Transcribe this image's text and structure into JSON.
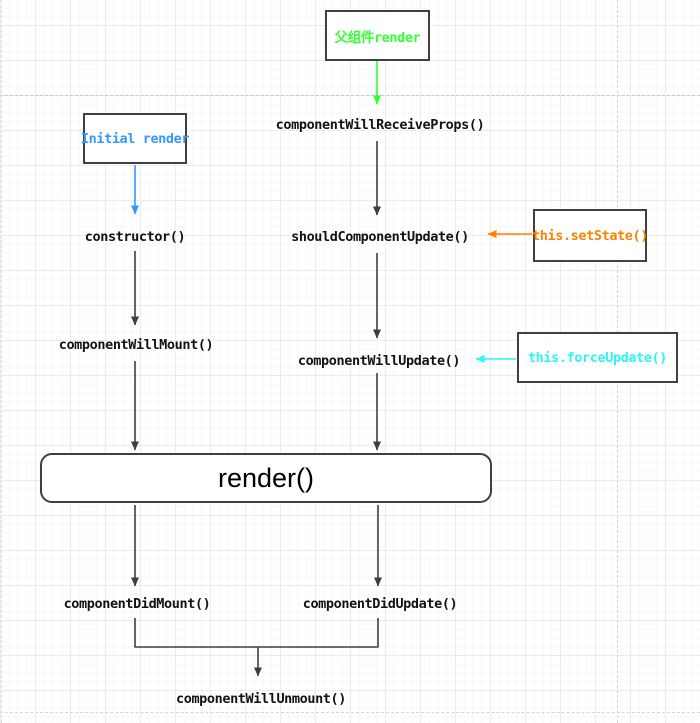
{
  "canvas": {
    "background": "#ffffff",
    "grid_minor_color": "#f7f7f7",
    "grid_major_color": "#ececec",
    "page_boundary_color": "#c9c9c9"
  },
  "colors": {
    "green": "#33ff33",
    "blue": "#3399ff",
    "orange": "#ff8000",
    "cyan": "#2bf5f5",
    "line": "#3f3f3f",
    "text": "#121212",
    "box_border": "#404040"
  },
  "nodes": {
    "parent_render": {
      "label": "父组件render"
    },
    "initial_render": {
      "label": "Initial render"
    },
    "set_state": {
      "label": "this.setState()"
    },
    "force_update": {
      "label": "this.forceUpdate()"
    },
    "render": {
      "label": "render()"
    },
    "component_will_receive_props": {
      "label": "componentWillReceiveProps()"
    },
    "should_component_update": {
      "label": "shouldComponentUpdate()"
    },
    "component_will_update": {
      "label": "componentWillUpdate()"
    },
    "ctor": {
      "label": "constructor()"
    },
    "component_will_mount": {
      "label": "componentWillMount()"
    },
    "component_did_mount": {
      "label": "componentDidMount()"
    },
    "component_did_update": {
      "label": "componentDidUpdate()"
    },
    "component_will_unmount": {
      "label": "componentWillUnmount()"
    }
  }
}
